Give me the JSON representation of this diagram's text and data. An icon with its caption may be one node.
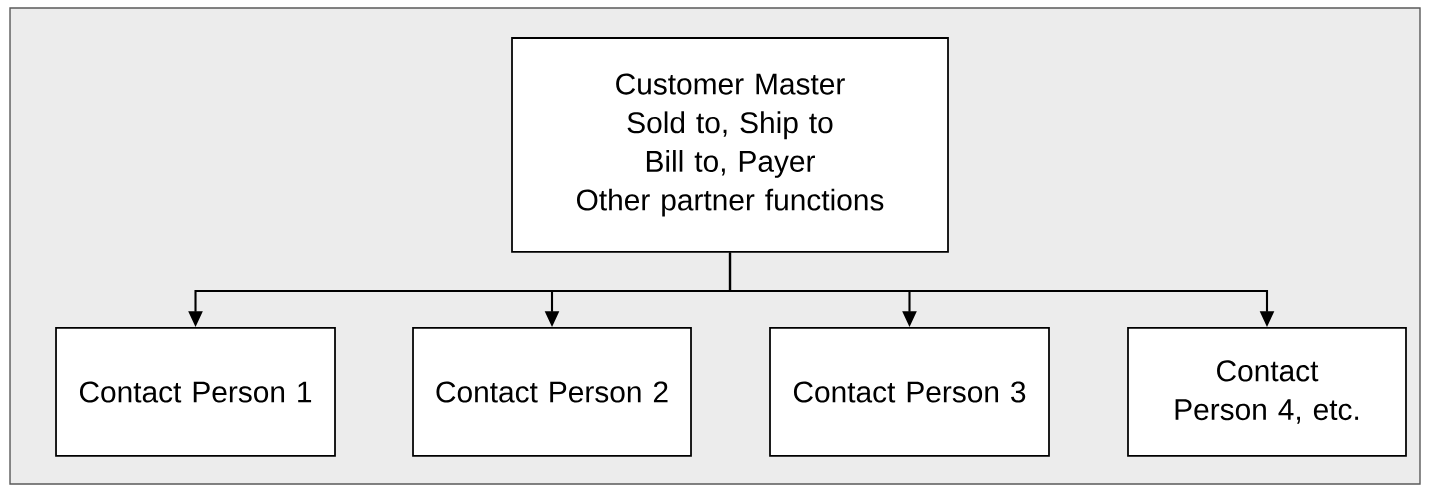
{
  "diagram": {
    "nodes": [
      {
        "text": [
          "Customer Master",
          "Sold to, Ship to",
          "Bill to, Payer",
          "Other partner functions"
        ]
      },
      {
        "text": [
          "Contact Person 1"
        ]
      },
      {
        "text": [
          "Contact Person 2"
        ]
      },
      {
        "text": [
          "Contact Person 3"
        ]
      },
      {
        "text": [
          "Contact Person 4, etc."
        ]
      }
    ],
    "edges": [
      {
        "from": 0,
        "to": 1,
        "arrow": "to"
      },
      {
        "from": 0,
        "to": 2,
        "arrow": "to"
      },
      {
        "from": 0,
        "to": 3,
        "arrow": "to"
      },
      {
        "from": 0,
        "to": 4,
        "arrow": "to"
      }
    ]
  }
}
